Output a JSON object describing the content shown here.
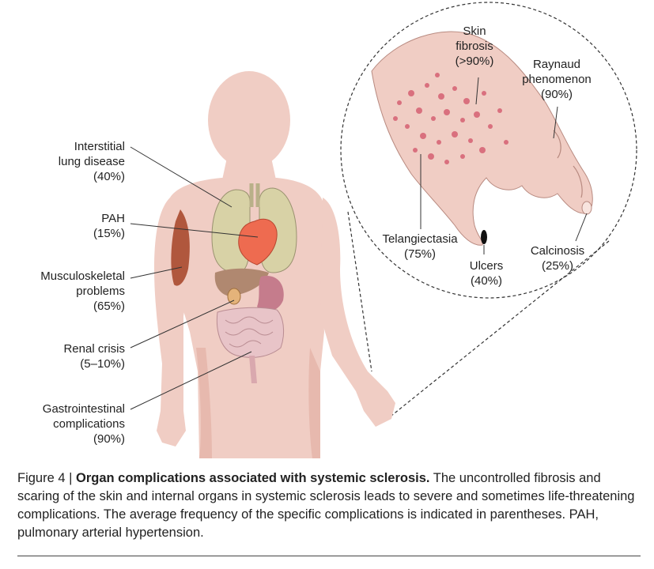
{
  "labels": {
    "ild": {
      "lines": [
        "Interstitial",
        "lung disease",
        "(40%)"
      ]
    },
    "pah": {
      "lines": [
        "PAH",
        "(15%)"
      ]
    },
    "msk": {
      "lines": [
        "Musculoskeletal",
        "problems",
        "(65%)"
      ]
    },
    "renal": {
      "lines": [
        "Renal crisis",
        "(5–10%)"
      ]
    },
    "gi": {
      "lines": [
        "Gastrointestinal",
        "complications",
        "(90%)"
      ]
    },
    "skin": {
      "lines": [
        "Skin",
        "fibrosis",
        "(>90%)"
      ]
    },
    "raynaud": {
      "lines": [
        "Raynaud",
        "phenomenon",
        "(90%)"
      ]
    },
    "telang": {
      "lines": [
        "Telangiectasia",
        "(75%)"
      ]
    },
    "ulcers": {
      "lines": [
        "Ulcers",
        "(40%)"
      ]
    },
    "calcinosis": {
      "lines": [
        "Calcinosis",
        "(25%)"
      ]
    }
  },
  "caption": {
    "figure_label": "Figure 4 | ",
    "title": "Organ complications associated with systemic sclerosis.",
    "body": "  The uncontrolled fibrosis and scaring of the skin and internal organs in systemic sclerosis leads to severe and sometimes life-threatening complications. The average frequency of the specific complications is indicated in parentheses. PAH, pulmonary arterial hypertension."
  },
  "colors": {
    "skin": "#f0cdc4",
    "skin_shadow": "#e3b1a5",
    "lung": "#d8d2a6",
    "heart": "#ee6b50",
    "muscle": "#b0573d",
    "liver": "#b08870",
    "stomach": "#c57c8c",
    "intestine": "#e8c4c8",
    "telangiectasia": "#d9707e"
  }
}
